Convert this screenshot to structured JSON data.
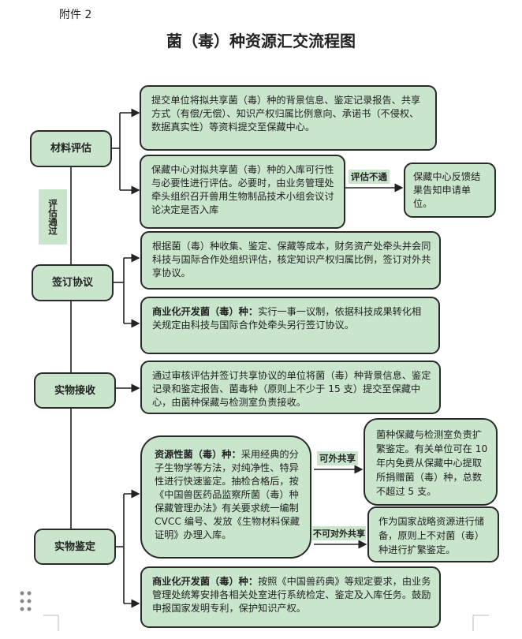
{
  "attachment": "附件 2",
  "title": "菌（毒）种资源汇交流程图",
  "stages": {
    "material_eval": "材料评估",
    "sign_agreement": "签订协议",
    "physical_receipt": "实物接收",
    "physical_identify": "实物鉴定"
  },
  "labels": {
    "eval_pass": "评估通过",
    "eval_fail": "评估不通",
    "shareable": "可外共享",
    "not_shareable": "不可对外共享"
  },
  "boxes": {
    "submit": "提交单位将拟共享菌（毒）种的背景信息、鉴定记录报告、共享方式（有偿/无偿）、知识产权归属比例意向、承诺书（不侵权、数据真实性）等资料提交至保藏中心。",
    "evaluate": "保藏中心对拟共享菌（毒）种的入库可行性与必要性进行评估。必要时，由业务管理处牵头组织召开兽用生物制品技术小组会议讨论决定是否入库",
    "feedback": "保藏中心反馈结果告知申请单位。",
    "cost_agreement": "根据菌（毒）种收集、鉴定、保藏等成本，财务资产处牵头并会同科技与国际合作处组织评估，核定知识产权归属比例，签订对外共享协议。",
    "commercial_sign_title": "商业化开发菌（毒）种：",
    "commercial_sign_text": "实行一事一议制，依据科技成果转化相关规定由科技与国际合作处牵头另行签订协议。",
    "receipt": "通过审核评估并签订共享协议的单位将菌（毒）种背景信息、鉴定记录和鉴定报告、菌毒种（原则上不少于 15 支）提交至保藏中心，由菌种保藏与检测室负责接收。",
    "resource_title": "资源性菌（毒）种：",
    "resource_text": "采用经典的分子生物学等方法，对纯净性、特异性进行快速鉴定。抽检合格后，按《中国兽医药品监察所菌（毒）种保藏管理办法》有关要求统一编制CVCC 编号、发放《生物材料保藏证明》办理入库。",
    "shareable_text": "菌种保藏与检测室负责扩繁鉴定。有关单位可在 10 年内免费从保藏中心提取所捐赠菌（毒）种，总数不超过 5 支。",
    "reserve_text": "作为国家战略资源进行储备，原则上不对菌（毒）种进行扩繁鉴定。",
    "commercial_identify_title": "商业化开发菌（毒）种：",
    "commercial_identify_text": "按照《中国兽药典》等规定要求，由业务管理处统筹安排各相关处室进行系统检定、鉴定及入库任务。鼓励申报国家发明专利，保护知识产权。"
  },
  "colors": {
    "box_fill": "#c9e6cd",
    "border": "#2a2a2a"
  }
}
